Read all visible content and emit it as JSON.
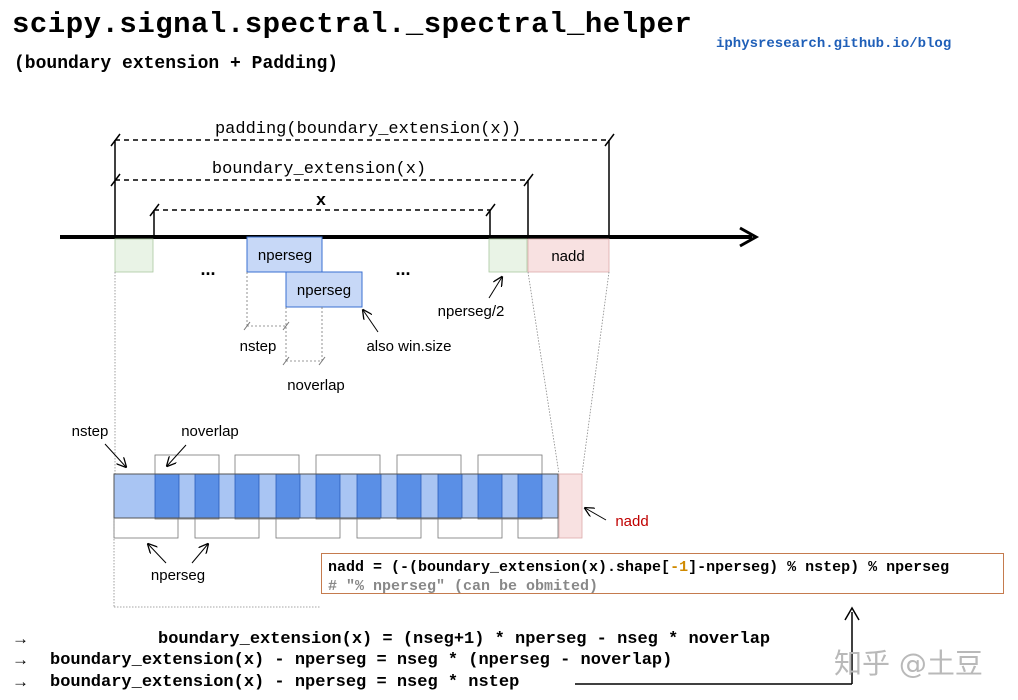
{
  "header": {
    "title": "scipy.signal.spectral._spectral_helper",
    "subtitle": "(boundary extension + Padding)",
    "url": "iphysresearch.github.io/blog"
  },
  "top_diagram": {
    "padding_label": "padding(boundary_extension(x))",
    "boundary_label": "boundary_extension(x)",
    "x_label": "x",
    "ellipsis_left": "...",
    "ellipsis_right": "...",
    "nperseg_box_1": "nperseg",
    "nperseg_box_2": "nperseg",
    "nadd_box": "nadd",
    "nstep_label": "nstep",
    "noverlap_label": "noverlap",
    "win_size_label": "also win.size",
    "half_label": "nperseg/2"
  },
  "bottom_diagram": {
    "nstep_label": "nstep",
    "noverlap_label": "noverlap",
    "nperseg_label": "nperseg",
    "nadd_label": "nadd"
  },
  "code": {
    "line1_a": "nadd = (-(boundary_extension(x).shape[",
    "line1_num": "-1",
    "line1_b": "]-nperseg) % nstep) % nperseg",
    "line2": "# \"% nperseg\" (can be obmited)"
  },
  "equations": {
    "arrow": "→",
    "eq1": "boundary_extension(x) = (nseg+1) * nperseg - nseg * noverlap",
    "eq2": "boundary_extension(x) - nperseg =  nseg * (nperseg - noverlap)",
    "eq3": "boundary_extension(x) - nperseg =  nseg * nstep"
  },
  "watermark": "知乎 @土豆",
  "colors": {
    "blue_box": "#c7d8f7",
    "blue_border": "#3a6fd0",
    "green_box": "#e9f3e6",
    "pink_box": "#f8e1e1",
    "dark_blue": "#5a8fe6",
    "light_blue": "#a9c5f3",
    "nadd_red": "#c00000",
    "code_border": "#c57b4e"
  }
}
